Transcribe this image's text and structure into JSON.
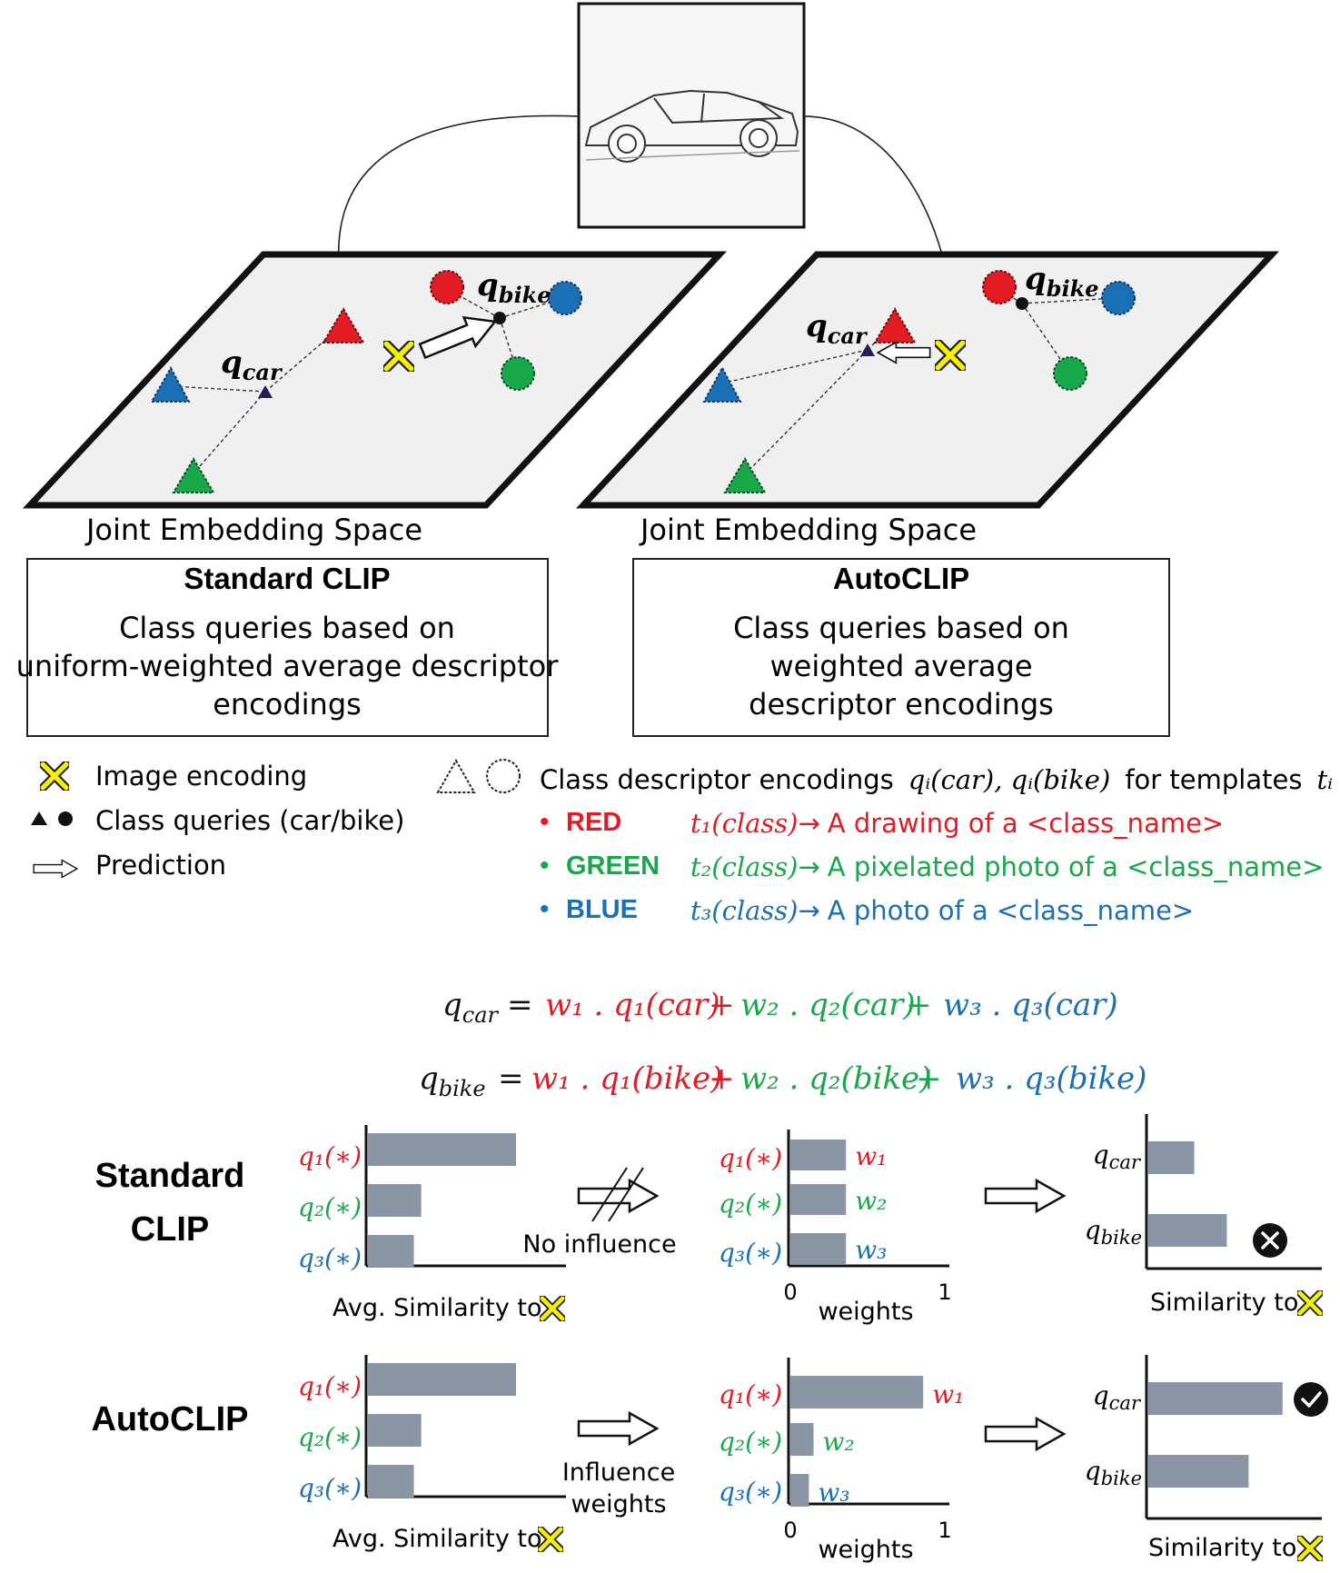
{
  "colors": {
    "red": "#e31b23",
    "green": "#18a84a",
    "blue": "#1a6fb5",
    "bar": "#8a95a5",
    "plane": "#f0f0f0",
    "cross": "#f5f000",
    "triangle_center": "#2a1a5e"
  },
  "top": {
    "left_plane_label": "Joint Embedding Space",
    "right_plane_label": "Joint Embedding Space",
    "q_car": "q",
    "q_car_sub": "car",
    "q_bike": "q",
    "q_bike_sub": "bike"
  },
  "boxes": {
    "standard": {
      "title": "Standard CLIP",
      "lines": [
        "Class queries based on",
        "uniform-weighted average descriptor",
        "encodings"
      ]
    },
    "auto": {
      "title": "AutoCLIP",
      "lines": [
        "Class queries based on",
        "weighted average",
        "descriptor encodings"
      ]
    }
  },
  "legend": {
    "image_encoding": "Image encoding",
    "class_queries": "Class queries (car/bike)",
    "prediction": "Prediction",
    "descriptor_text": "Class descriptor encodings",
    "descriptor_math": "qᵢ(car), qᵢ(bike)",
    "descriptor_suffix": "for templates",
    "descriptor_ti": "tᵢ :",
    "templates": [
      {
        "name": "RED",
        "tmpl": "t₁(class)",
        "arrow": "→",
        "text": "A drawing of a <class_name>",
        "color": "#e31b23"
      },
      {
        "name": "GREEN",
        "tmpl": "t₂(class)",
        "arrow": "→",
        "text": "A pixelated photo of a <class_name>",
        "color": "#18a84a"
      },
      {
        "name": "BLUE",
        "tmpl": "t₃(class)",
        "arrow": "→",
        "text": "A photo of a <class_name>",
        "color": "#1a6fb5"
      }
    ]
  },
  "equations": {
    "car_lhs": "q",
    "car_lhs_sub": "car",
    "car_t1": "w₁ . q₁(car)",
    "car_t2": "w₂ . q₂(car)",
    "car_t3": "w₃ . q₃(car)",
    "bike_lhs": "q",
    "bike_lhs_sub": "bike",
    "bike_t1": "w₁ . q₁(bike)",
    "bike_t2": "w₂ . q₂(bike)",
    "bike_t3": "w₃ . q₃(bike)",
    "eq": "=",
    "plus": "+"
  },
  "bottom": {
    "row_labels": {
      "standard_line1": "Standard",
      "standard_line2": "CLIP",
      "auto": "AutoCLIP"
    },
    "q_labels": [
      "q₁(∗)",
      "q₂(∗)",
      "q₃(∗)"
    ],
    "w_labels": [
      "w₁",
      "w₂",
      "w₃"
    ],
    "avg_similarity": "Avg. Similarity to",
    "no_influence": "No influence",
    "influence_line1": "Influence",
    "influence_line2": "weights",
    "weights_label": "weights",
    "axis_min": "0",
    "axis_max": "1",
    "similarity_to": "Similarity to",
    "pred_q_car": "q",
    "pred_q_car_sub": "car",
    "pred_q_bike": "q",
    "pred_q_bike_sub": "bike"
  },
  "chart_data": [
    {
      "type": "bar",
      "title": "Standard CLIP - Avg. Similarity",
      "categories": [
        "q1(*)",
        "q2(*)",
        "q3(*)"
      ],
      "values": [
        1.0,
        0.36,
        0.31
      ],
      "xlabel": "Avg. Similarity to image"
    },
    {
      "type": "bar",
      "title": "Standard CLIP - weights",
      "categories": [
        "w1",
        "w2",
        "w3"
      ],
      "values": [
        0.36,
        0.36,
        0.36
      ],
      "xlim": [
        0,
        1
      ],
      "xlabel": "weights"
    },
    {
      "type": "bar",
      "title": "Standard CLIP - Similarity",
      "categories": [
        "q_car",
        "q_bike"
      ],
      "values": [
        0.31,
        0.53
      ],
      "xlabel": "Similarity to image"
    },
    {
      "type": "bar",
      "title": "AutoCLIP - Avg. Similarity",
      "categories": [
        "q1(*)",
        "q2(*)",
        "q3(*)"
      ],
      "values": [
        1.0,
        0.36,
        0.31
      ],
      "xlabel": "Avg. Similarity to image"
    },
    {
      "type": "bar",
      "title": "AutoCLIP - weights",
      "categories": [
        "w1",
        "w2",
        "w3"
      ],
      "values": [
        0.86,
        0.15,
        0.12
      ],
      "xlim": [
        0,
        1
      ],
      "xlabel": "weights"
    },
    {
      "type": "bar",
      "title": "AutoCLIP - Similarity",
      "categories": [
        "q_car",
        "q_bike"
      ],
      "values": [
        0.83,
        0.62
      ],
      "xlabel": "Similarity to image"
    }
  ]
}
